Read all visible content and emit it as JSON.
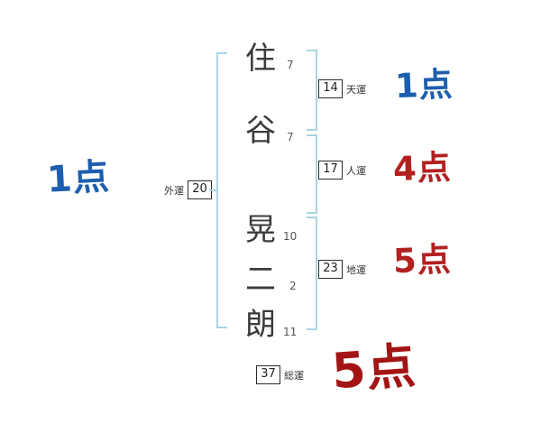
{
  "name": {
    "chars": [
      {
        "char": "住",
        "strokes": "7"
      },
      {
        "char": "谷",
        "strokes": "7"
      },
      {
        "char": "晃",
        "strokes": "10"
      },
      {
        "char": "二",
        "strokes": "2"
      },
      {
        "char": "朗",
        "strokes": "11"
      }
    ]
  },
  "fortunes": {
    "ten": {
      "value": "14",
      "label": "天運",
      "score": "1点"
    },
    "jin": {
      "value": "17",
      "label": "人運",
      "score": "4点"
    },
    "chi": {
      "value": "23",
      "label": "地運",
      "score": "5点"
    },
    "gai": {
      "value": "20",
      "label": "外運",
      "score": "1点"
    },
    "sou": {
      "value": "37",
      "label": "総運",
      "score": "5点"
    }
  },
  "colors": {
    "score_blue": "#1d5fae",
    "score_red": "#b22020",
    "score_dark_red": "#a31414",
    "bracket_blue": "#a8d4e6",
    "ink": "#3b3b3b"
  }
}
